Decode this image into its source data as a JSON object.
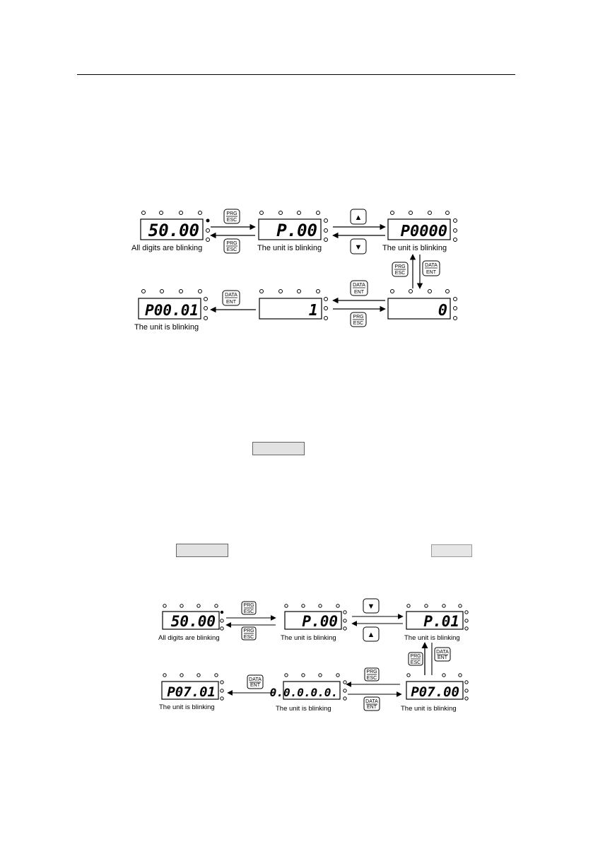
{
  "figure1": {
    "displays": [
      "50.00",
      "P.00",
      "P0000",
      "P00.01",
      "1",
      "0"
    ],
    "captions": {
      "all_blinking": "All digits are blinking",
      "unit_a": "The unit is blinking",
      "unit_b": "The unit is blinking",
      "unit_c": "The unit is blinking"
    }
  },
  "figure2": {
    "displays": [
      "50.00",
      "P.00",
      "P.01",
      "P07.01",
      "0.0.0.0.0.",
      "P07.00"
    ],
    "captions": {
      "all_blinking": "All digits are blinking",
      "unit_a": "The unit is blinking",
      "unit_b": "The unit is blinking",
      "unit_c": "The unit is blinking",
      "unit_d": "The unit is blinking",
      "unit_e": "The unit is blinking"
    }
  },
  "keys": {
    "prg_top": "PRG",
    "prg_bottom": "ESC",
    "data_top": "DATA",
    "data_bottom": "ENT",
    "up": "▲",
    "down": "▼"
  }
}
